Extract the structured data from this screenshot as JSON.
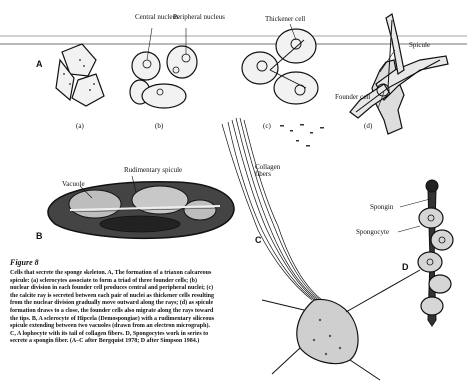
{
  "labels": {
    "central_nucleus": "Central nucleus",
    "peripheral_nucleus": "Peripheral nucleus",
    "thickener_cell": "Thickener cell",
    "spicule": "Spicule",
    "founder_cell": "Founder cell",
    "collagen_fibers": "Collagen fibers",
    "rudimentary_spicule": "Rudimentary spicule",
    "vacuole": "Vacuole",
    "spongin": "Spongin",
    "spongocyte": "Spongocyte"
  },
  "panel_letters": {
    "a": "A",
    "b": "B",
    "c": "C",
    "d": "D"
  },
  "sub_labels": {
    "a": "(a)",
    "b": "(b)",
    "c": "(c)",
    "d": "(d)"
  },
  "caption": {
    "title": "Figure 8",
    "body": "Cells that secrete the sponge skeleton. A, The formation of a triaxon calcareous spicule: (a) sclerocytes associate to form a triad of three founder cells; (b) nuclear division in each founder cell produces central and peripheral nuclei; (c) the calcite ray is secreted between each pair of nuclei as thickener cells resulting from the nuclear division gradually move outward along the rays; (d) as spicule formation draws to a close, the founder cells also migrate along the rays toward the tips. B, A sclerocyte of Hipcela (Demospongiae) with a rudimentary siliceous spicule extending between two vacuoles (drawn from an electron micrograph). C, A lophocyte with its tail of collagen fibers. D, Spongocytes work in series to secrete a spongin fiber. (A–C after Bergquist 1978; D after Simpson 1984.)"
  }
}
